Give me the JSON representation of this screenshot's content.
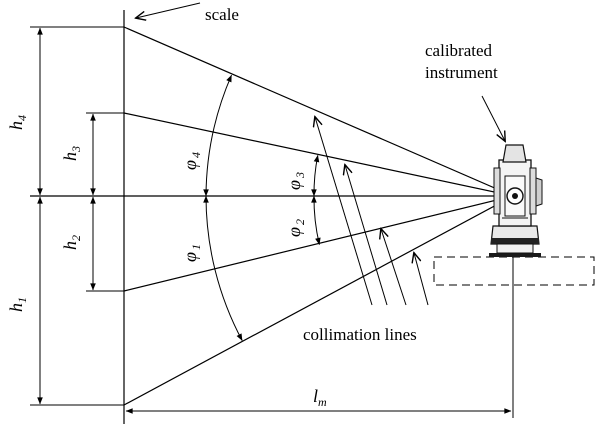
{
  "labels": {
    "scale": "scale",
    "instrument_line1": "calibrated",
    "instrument_line2": "instrument",
    "collimation": "collimation lines"
  },
  "heights": [
    {
      "sym": "h",
      "sub": "4"
    },
    {
      "sym": "h",
      "sub": "3"
    },
    {
      "sym": "h",
      "sub": "2"
    },
    {
      "sym": "h",
      "sub": "1"
    }
  ],
  "angles": [
    {
      "sym": "φ",
      "sub": "4"
    },
    {
      "sym": "φ",
      "sub": "3"
    },
    {
      "sym": "φ",
      "sub": "2"
    },
    {
      "sym": "φ",
      "sub": "1"
    }
  ],
  "distance": {
    "sym": "l",
    "sub": "m"
  }
}
